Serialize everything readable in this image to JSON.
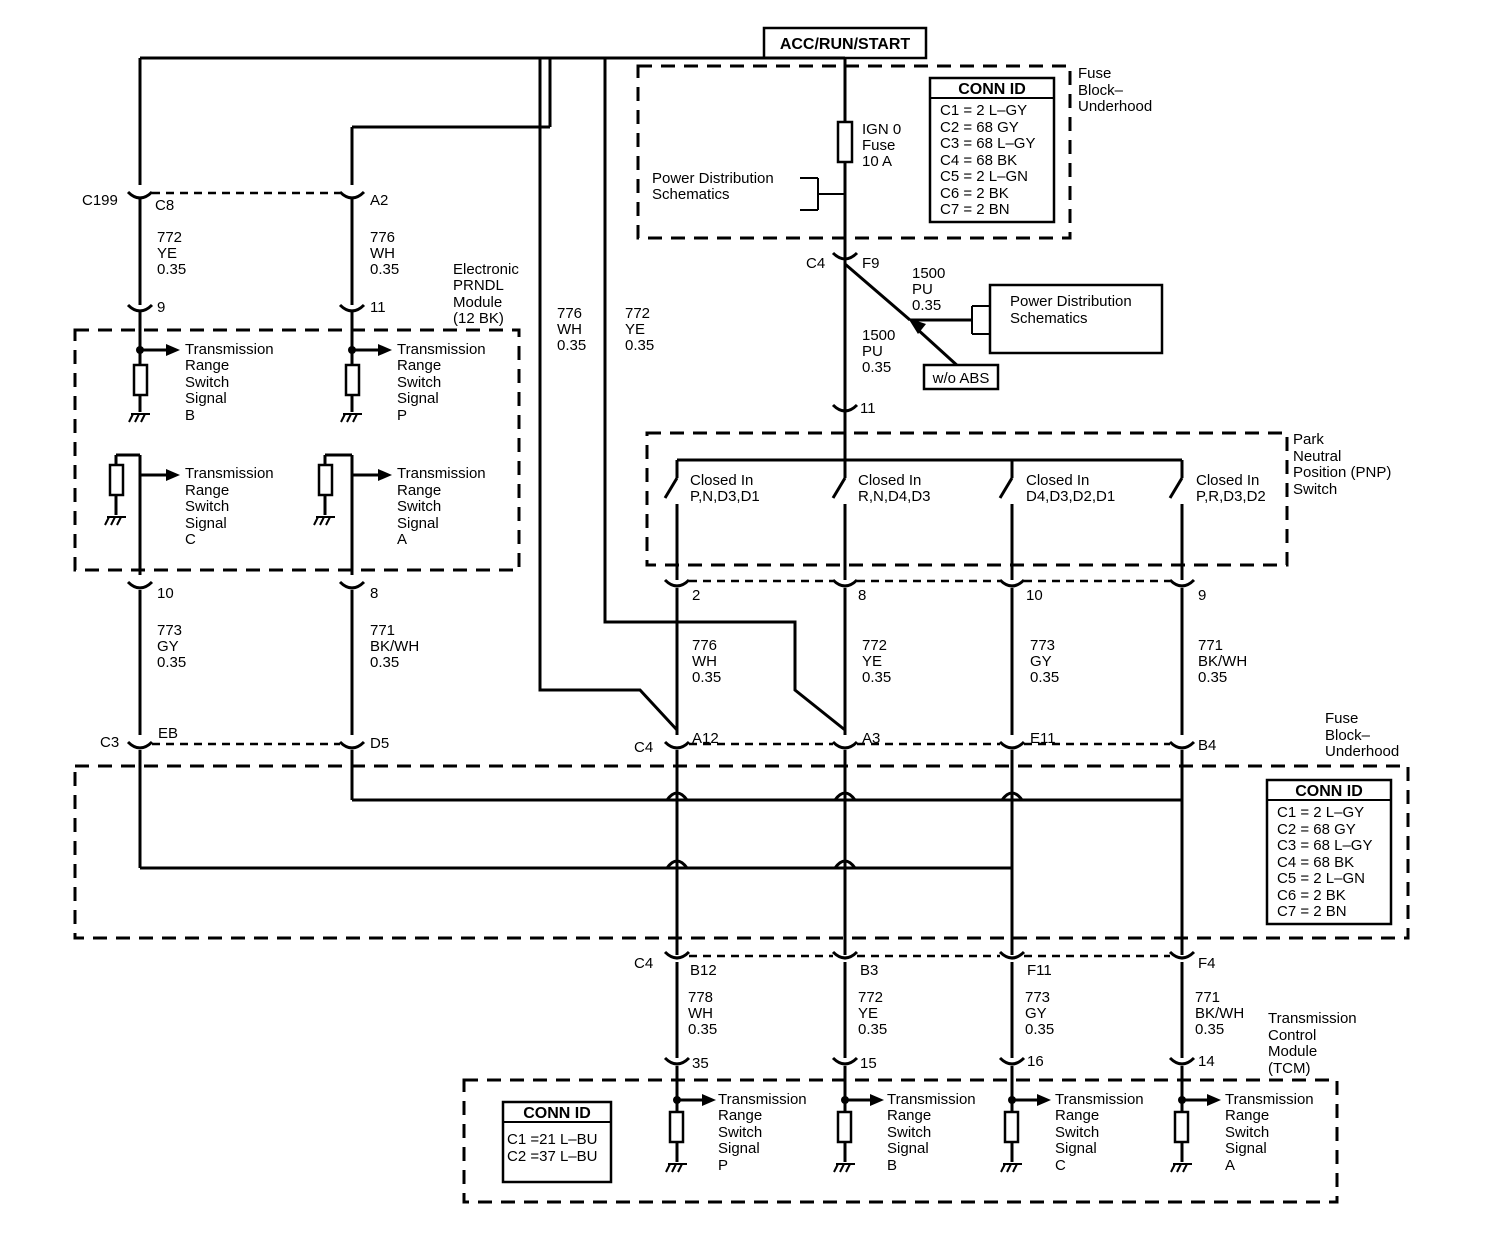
{
  "power_source": "ACC/RUN/START",
  "fuse_block_top": {
    "title": [
      "Fuse",
      "Block–",
      "Underhood"
    ]
  },
  "conn_id_top": {
    "title": "CONN ID",
    "rows": [
      "C1 = 2 L–GY",
      "C2 = 68 GY",
      "C3 = 68 L–GY",
      "C4 = 68 BK",
      "C5 = 2 L–GN",
      "C6 = 2 BK",
      "C7 = 2 BN"
    ]
  },
  "fuse": [
    "IGN 0",
    "Fuse",
    "10 A"
  ],
  "power_dist_left": [
    "Power Distribution",
    "Schematics"
  ],
  "power_dist_right": [
    "Power Distribution",
    "Schematics"
  ],
  "wo_abs": "w/o ABS",
  "connectors": {
    "c199": "C199",
    "c8": "C8",
    "a2": "A2",
    "c4_f9": "C4",
    "f9": "F9",
    "pin_9": "9",
    "pin_11": "11",
    "pin_10": "10",
    "pin_8": "8",
    "pnp_11": "11",
    "pnp_2": "2",
    "pnp_8": "8",
    "pnp_10": "10",
    "pnp_9": "9",
    "c3": "C3",
    "eb": "EB",
    "d5": "D5",
    "c4_mid": "C4",
    "a12": "A12",
    "a3": "A3",
    "e11": "E11",
    "b4": "B4",
    "c4_low": "C4",
    "b12": "B12",
    "b3": "B3",
    "f11": "F11",
    "f4": "F4",
    "tcm_35": "35",
    "tcm_15": "15",
    "tcm_16": "16",
    "tcm_14": "14"
  },
  "wires": {
    "w772_top": [
      "772",
      "YE",
      "0.35"
    ],
    "w776_top": [
      "776",
      "WH",
      "0.35"
    ],
    "w776_mid": [
      "776",
      "WH",
      "0.35"
    ],
    "w772_mid": [
      "772",
      "YE",
      "0.35"
    ],
    "w1500_a": [
      "1500",
      "PU",
      "0.35"
    ],
    "w1500_b": [
      "1500",
      "PU",
      "0.35"
    ],
    "w773_left": [
      "773",
      "GY",
      "0.35"
    ],
    "w771_left": [
      "771",
      "BK/WH",
      "0.35"
    ],
    "w776_pnp": [
      "776",
      "WH",
      "0.35"
    ],
    "w772_pnp": [
      "772",
      "YE",
      "0.35"
    ],
    "w773_pnp": [
      "773",
      "GY",
      "0.35"
    ],
    "w771_pnp": [
      "771",
      "BK/WH",
      "0.35"
    ],
    "w778_low": [
      "778",
      "WH",
      "0.35"
    ],
    "w772_low": [
      "772",
      "YE",
      "0.35"
    ],
    "w773_low": [
      "773",
      "GY",
      "0.35"
    ],
    "w771_low": [
      "771",
      "BK/WH",
      "0.35"
    ]
  },
  "prndl_module": [
    "Electronic",
    "PRNDL",
    "Module",
    "(12 BK)"
  ],
  "prndl_signals": {
    "b": [
      "Transmission",
      "Range",
      "Switch",
      "Signal",
      "B"
    ],
    "p": [
      "Transmission",
      "Range",
      "Switch",
      "Signal",
      "P"
    ],
    "c": [
      "Transmission",
      "Range",
      "Switch",
      "Signal",
      "C"
    ],
    "a": [
      "Transmission",
      "Range",
      "Switch",
      "Signal",
      "A"
    ]
  },
  "pnp_switch": {
    "title": [
      "Park",
      "Neutral",
      "Position (PNP)",
      "Switch"
    ],
    "contacts": [
      [
        "Closed In",
        "P,N,D3,D1"
      ],
      [
        "Closed In",
        "R,N,D4,D3"
      ],
      [
        "Closed In",
        "D4,D3,D2,D1"
      ],
      [
        "Closed In",
        "P,R,D3,D2"
      ]
    ]
  },
  "fuse_block_low": {
    "title": [
      "Fuse",
      "Block–",
      "Underhood"
    ]
  },
  "conn_id_low": {
    "title": "CONN ID",
    "rows": [
      "C1 = 2 L–GY",
      "C2 = 68 GY",
      "C3 = 68 L–GY",
      "C4 = 68 BK",
      "C5 = 2 L–GN",
      "C6 = 2 BK",
      "C7 = 2 BN"
    ]
  },
  "tcm": {
    "title": [
      "Transmission",
      "Control",
      "Module",
      "(TCM)"
    ],
    "conn_id": {
      "title": "CONN ID",
      "rows": [
        "C1 =21 L–BU",
        "C2 =37 L–BU"
      ]
    },
    "signals": {
      "p": [
        "Transmission",
        "Range",
        "Switch",
        "Signal",
        "P"
      ],
      "b": [
        "Transmission",
        "Range",
        "Switch",
        "Signal",
        "B"
      ],
      "c": [
        "Transmission",
        "Range",
        "Switch",
        "Signal",
        "C"
      ],
      "a": [
        "Transmission",
        "Range",
        "Switch",
        "Signal",
        "A"
      ]
    }
  }
}
